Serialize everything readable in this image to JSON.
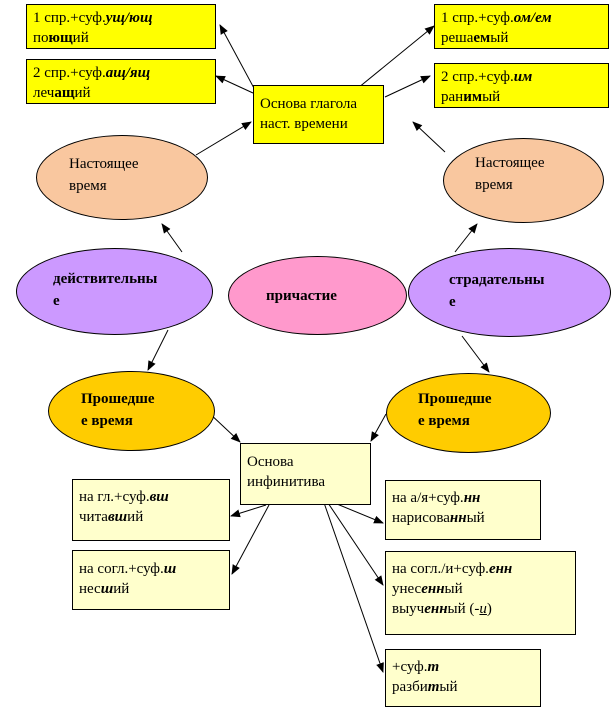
{
  "center": {
    "label": "причастие"
  },
  "left_root": {
    "line1": "действительны",
    "line2": "е"
  },
  "right_root": {
    "line1": "страдательны",
    "line2": "е"
  },
  "present_left": {
    "line1": "Настоящее",
    "line2": "время"
  },
  "present_right": {
    "line1": "Настоящее",
    "line2": "время"
  },
  "past_left": {
    "line1": "Прошедше",
    "line2": "е время"
  },
  "past_right": {
    "line1": "Прошедше",
    "line2": "е время"
  },
  "stem_present": {
    "line1": "Основа глагола",
    "line2": "наст. времени"
  },
  "stem_infinitive": {
    "line1": "Основа",
    "line2": "инфинитива"
  },
  "boxes": {
    "b1": {
      "pre": "1 спр.+суф.",
      "suf": "ущ/ющ",
      "w1": "по",
      "w2": "ющ",
      "w3": "ий"
    },
    "b2": {
      "pre": "2 спр.+суф.",
      "suf": "ащ/ящ",
      "w1": "леч",
      "w2": "ащ",
      "w3": "ий"
    },
    "b3": {
      "pre": "1 спр.+суф.",
      "suf": "ом/ем",
      "w1": "реша",
      "w2": "ем",
      "w3": "ый"
    },
    "b4": {
      "pre": "2 спр.+суф.",
      "suf": "им",
      "w1": "ран",
      "w2": "им",
      "w3": "ый"
    },
    "b5": {
      "pre": "на гл.+суф.",
      "suf": "вш",
      "w1": "чита",
      "w2": "вш",
      "w3": "ий"
    },
    "b6": {
      "pre": "на согл.+суф.",
      "suf": "ш",
      "w1": "нес",
      "w2": "ш",
      "w3": "ий"
    },
    "b7": {
      "pre": "на а/я+суф.",
      "suf": "нн",
      "w1": "нарисова",
      "w2": "нн",
      "w3": "ый"
    },
    "b8": {
      "pre": "на согл./и+суф.",
      "suf": "енн",
      "w1": "унес",
      "w2": "енн",
      "w3": "ый",
      "w4": "выуч",
      "w5": "енн",
      "w6": "ый (-",
      "w7": "и",
      "w8": ")"
    },
    "b9": {
      "pre": "+суф.",
      "suf": "т",
      "w1": "разби",
      "w2": "т",
      "w3": "ый"
    }
  }
}
